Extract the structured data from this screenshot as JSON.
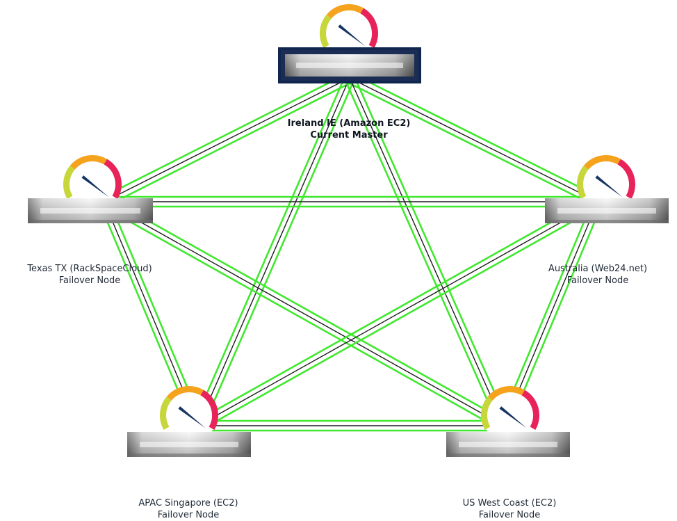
{
  "diagram": {
    "colors": {
      "link_green": "#41e82f",
      "link_dark": "#1c1c1c",
      "master_frame": "#10264f",
      "gauge_green": "#c6d63b",
      "gauge_orange": "#f5a21d",
      "gauge_red": "#e8235a",
      "needle": "#173463"
    },
    "nodes": [
      {
        "id": "ireland",
        "name": "Ireland IE (Amazon EC2)",
        "role": "Current Master",
        "is_master": true
      },
      {
        "id": "texas",
        "name": "Texas TX (RackSpaceCloud)",
        "role": "Failover Node",
        "is_master": false
      },
      {
        "id": "australia",
        "name": "Australia (Web24.net)",
        "role": "Failover Node",
        "is_master": false
      },
      {
        "id": "apac",
        "name": "APAC Singapore (EC2)",
        "role": "Failover Node",
        "is_master": false
      },
      {
        "id": "uswest",
        "name": "US West Coast (EC2)",
        "role": "Failover Node",
        "is_master": false
      }
    ],
    "links": [
      [
        "ireland",
        "texas"
      ],
      [
        "ireland",
        "australia"
      ],
      [
        "ireland",
        "apac"
      ],
      [
        "ireland",
        "uswest"
      ],
      [
        "texas",
        "australia"
      ],
      [
        "texas",
        "apac"
      ],
      [
        "texas",
        "uswest"
      ],
      [
        "australia",
        "apac"
      ],
      [
        "australia",
        "uswest"
      ],
      [
        "apac",
        "uswest"
      ]
    ]
  }
}
